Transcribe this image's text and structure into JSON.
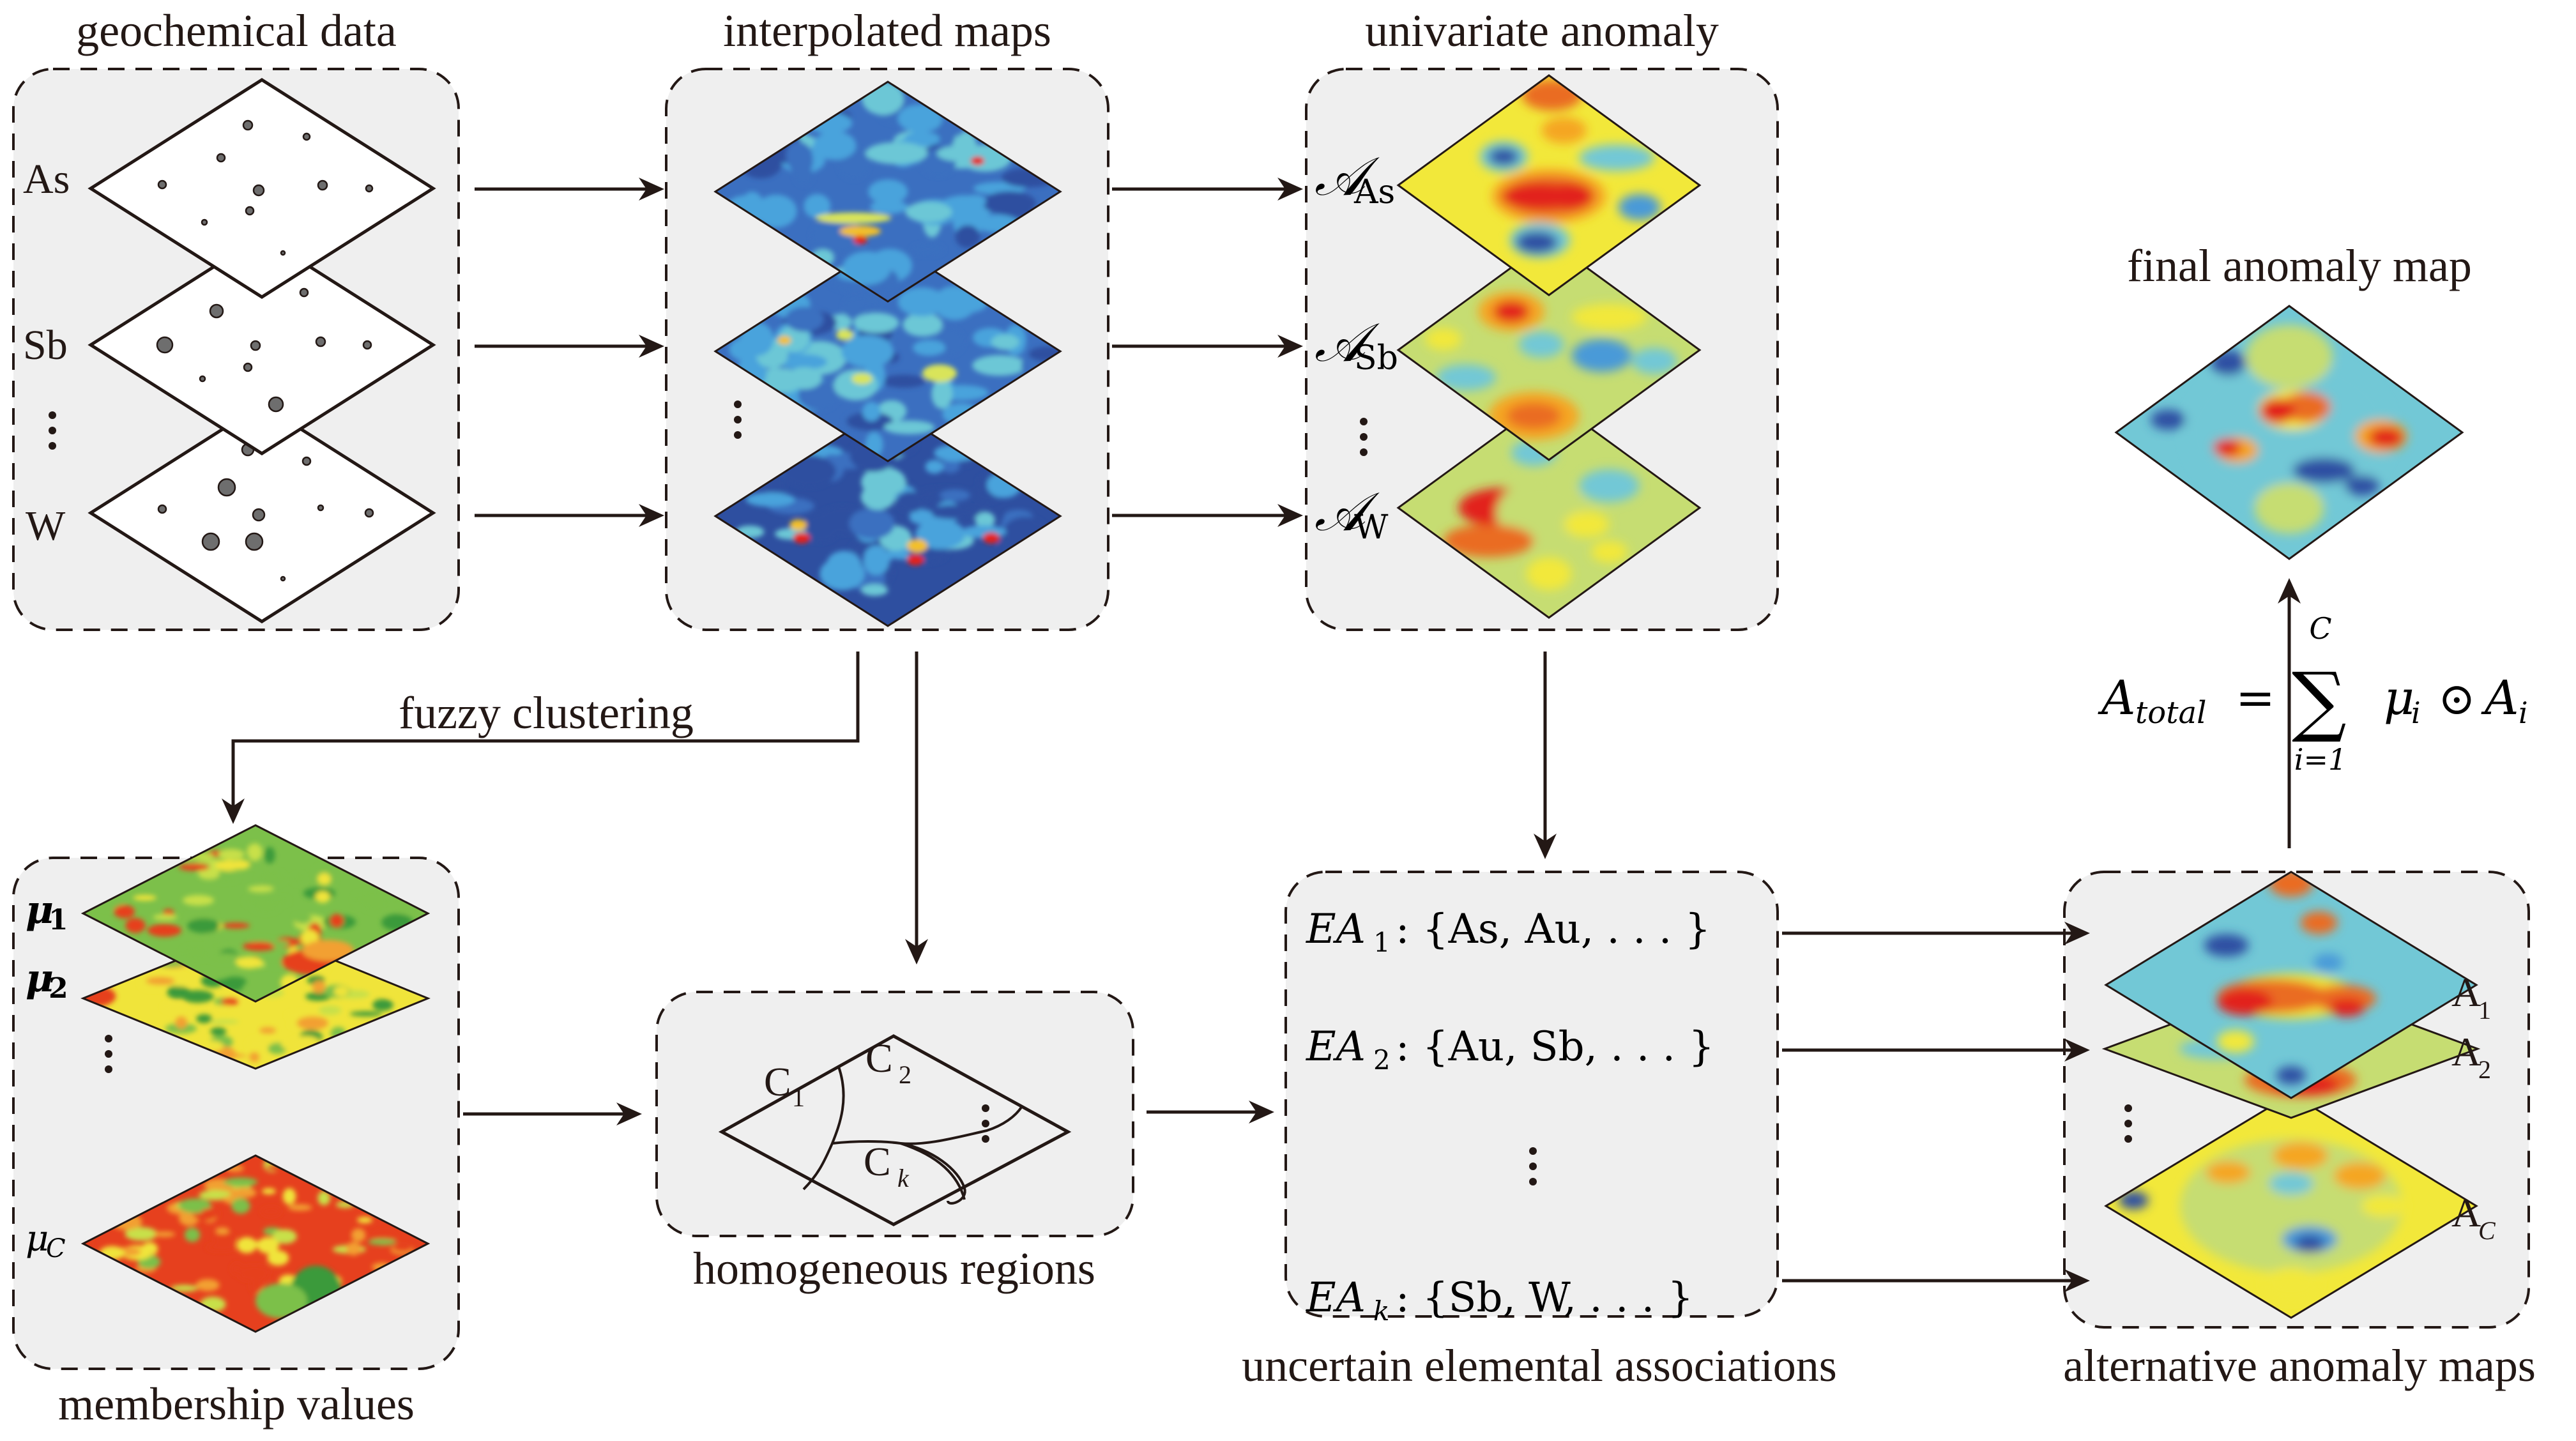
{
  "titles": {
    "geochemical": "geochemical data",
    "interpolated": "interpolated maps",
    "univariate": "univariate anomaly",
    "final": "final anomaly map",
    "membership": "membership values",
    "homogeneous": "homogeneous regions",
    "associations": "uncertain elemental associations",
    "alternative": "alternative anomaly maps",
    "fuzzy": "fuzzy clustering"
  },
  "geochemical": {
    "layers": [
      "As",
      "Sb",
      "W"
    ],
    "ellipsis": "⋮"
  },
  "univariate": {
    "symbol": "𝒜",
    "layers": [
      "As",
      "Sb",
      "W"
    ]
  },
  "membership": {
    "symbol": "μ",
    "layers": [
      "1",
      "2",
      "C"
    ]
  },
  "homogeneous": {
    "regions": [
      {
        "base": "C",
        "sub": "1"
      },
      {
        "base": "C",
        "sub": "2"
      },
      {
        "base": "C",
        "sub": "k"
      }
    ]
  },
  "associations": {
    "rows": [
      {
        "name": "EA",
        "sub": "1",
        "set": ": {As, Au, . . . }"
      },
      {
        "name": "EA",
        "sub": "2",
        "set": ": {Au, Sb, . . . }"
      },
      {
        "name": "EA",
        "sub": "k",
        "set": ": {Sb, W, . . . }"
      }
    ]
  },
  "alternative": {
    "labels": [
      {
        "base": "A",
        "sub": "1"
      },
      {
        "base": "A",
        "sub": "2"
      },
      {
        "base": "A",
        "sub": "C"
      }
    ]
  },
  "formula": {
    "lhs": "A",
    "lhs_sub": "total",
    "eq": "=",
    "sum": "∑",
    "upper": "C",
    "lower": "i=1",
    "term1": "μ",
    "term1_sub": "i",
    "op": "⊙",
    "term2": "A",
    "term2_sub": "i"
  },
  "colormaps": {
    "interpolated": [
      "#2e4fa0",
      "#3b6fc0",
      "#4aa3dc",
      "#6cc7d6",
      "#d9e45a",
      "#f3c02a",
      "#e3201c"
    ],
    "anomaly": [
      "#2f4fa3",
      "#4a9ad8",
      "#72c8d6",
      "#c6dd72",
      "#f2e83a",
      "#f5a623",
      "#ea6c22",
      "#e2201e"
    ],
    "membership": [
      "#3a9a3a",
      "#7cc04a",
      "#c8e04a",
      "#f0e43a",
      "#f2a030",
      "#e6401e"
    ]
  }
}
